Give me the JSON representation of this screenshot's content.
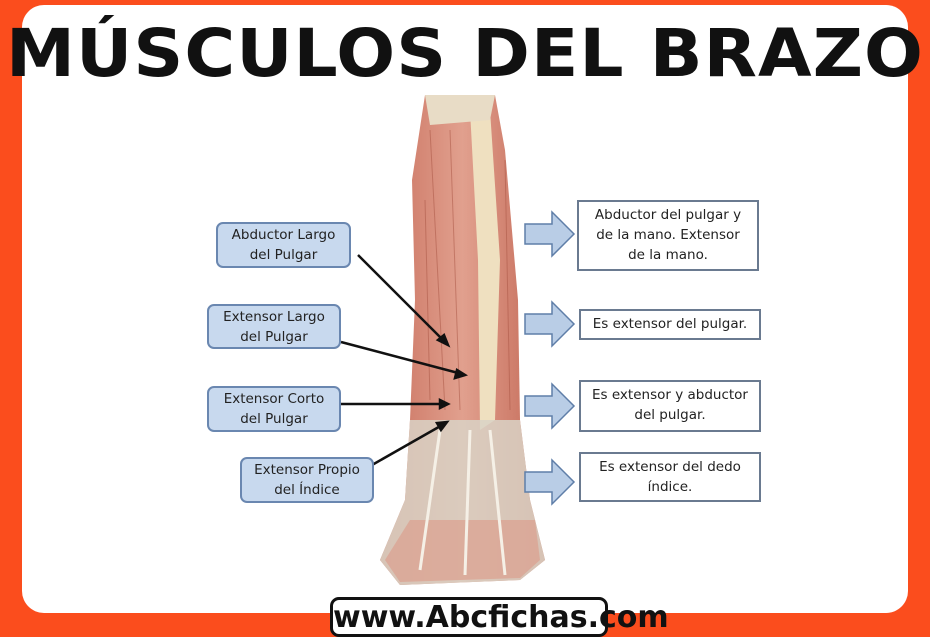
{
  "title": "MÚSCULOS DEL BRAZO",
  "muscles": [
    {
      "name_line1": "Abductor Largo",
      "name_line2": "del Pulgar",
      "description": [
        "Abductor del pulgar y",
        "de la mano. Extensor",
        "de la mano."
      ]
    },
    {
      "name_line1": "Extensor Largo",
      "name_line2": "del Pulgar",
      "description": [
        "Es extensor del pulgar."
      ]
    },
    {
      "name_line1": "Extensor Corto",
      "name_line2": "del Pulgar",
      "description": [
        "Es extensor y abductor",
        "del pulgar."
      ]
    },
    {
      "name_line1": "Extensor Propio",
      "name_line2": "del Índice",
      "description": [
        "Es extensor del dedo",
        "índice."
      ]
    }
  ],
  "website": "www.Abcfichas.com",
  "colors": {
    "border": "#fb4d1d",
    "label_fill": "#c8d9ee",
    "arrow_fill": "#b9cde6",
    "muscle": "#d4826f"
  }
}
